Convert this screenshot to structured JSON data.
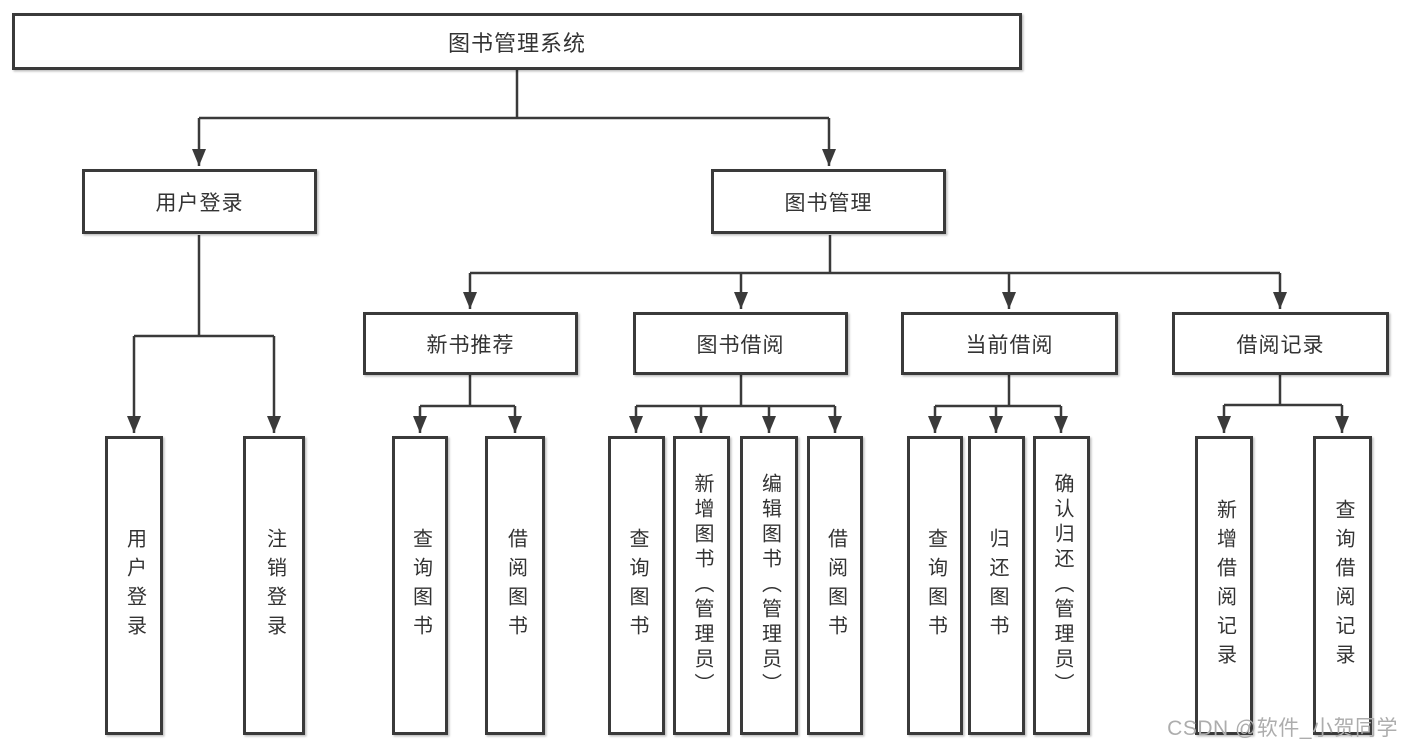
{
  "nodes": {
    "root": "图书管理系统",
    "user_login": "用户登录",
    "book_mgmt": "图书管理",
    "new_book_rec": "新书推荐",
    "book_borrow": "图书借阅",
    "current_borrow": "当前借阅",
    "borrow_records": "借阅记录",
    "leaf_user_login": "用户登录",
    "leaf_logout": "注销登录",
    "leaf_query_book_nbr": "查询图书",
    "leaf_borrow_book_nbr": "借阅图书",
    "leaf_query_book_bb": "查询图书",
    "leaf_add_book": "新增图书（管理员）",
    "leaf_edit_book": "编辑图书（管理员）",
    "leaf_borrow_book_bb": "借阅图书",
    "leaf_query_book_cb": "查询图书",
    "leaf_return_book": "归还图书",
    "leaf_confirm_return": "确认归还（管理员）",
    "leaf_add_borrow_record": "新增借阅记录",
    "leaf_query_borrow_record": "查询借阅记录"
  },
  "tree": {
    "图书管理系统": {
      "用户登录": [
        "用户登录",
        "注销登录"
      ],
      "图书管理": {
        "新书推荐": [
          "查询图书",
          "借阅图书"
        ],
        "图书借阅": [
          "查询图书",
          "新增图书（管理员）",
          "编辑图书（管理员）",
          "借阅图书"
        ],
        "当前借阅": [
          "查询图书",
          "归还图书",
          "确认归还（管理员）"
        ],
        "借阅记录": [
          "新增借阅记录",
          "查询借阅记录"
        ]
      }
    }
  },
  "watermark": "CSDN @软件_小贺同学",
  "colors": {
    "line": "#3a3a3a",
    "box_border": "#3a3a3a",
    "text": "#333333",
    "watermark": "#adadad",
    "background": "#ffffff"
  }
}
